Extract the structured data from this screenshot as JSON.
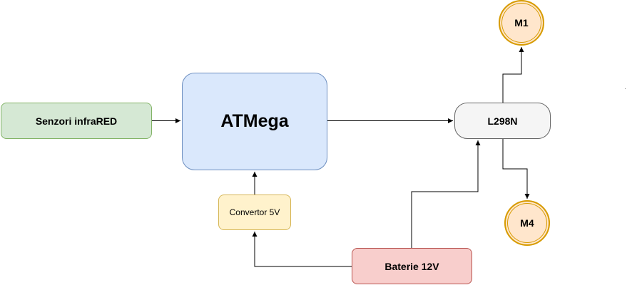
{
  "nodes": {
    "sensors": "Senzori infraRED",
    "atmega": "ATMega",
    "convertor": "Convertor 5V",
    "battery": "Baterie 12V",
    "driver": "L298N",
    "motor_1": "M1",
    "motor_4": "M4"
  },
  "colors": {
    "sensors_fill": "#d5e8d4",
    "atmega_fill": "#dae8fc",
    "convertor_fill": "#fff2cc",
    "battery_fill": "#f8cecc",
    "driver_fill": "#f5f5f5",
    "motor_fill": "#ffe6cc",
    "motor_stroke": "#d79b00"
  }
}
